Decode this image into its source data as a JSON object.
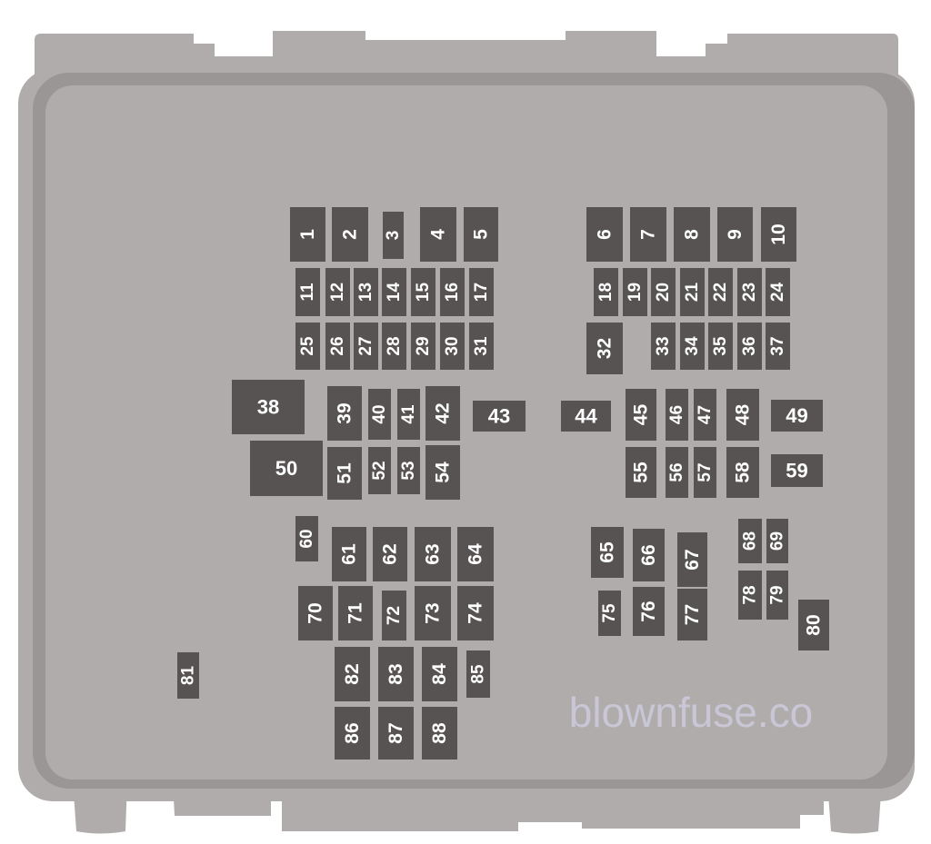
{
  "diagram": {
    "colors": {
      "housing": "#b1acac",
      "rim": "#9b9696",
      "fuse": "#585353",
      "fuse_text": "#ffffff"
    },
    "fuses": [
      "1",
      "2",
      "3",
      "4",
      "5",
      "6",
      "7",
      "8",
      "9",
      "10",
      "11",
      "12",
      "13",
      "14",
      "15",
      "16",
      "17",
      "18",
      "19",
      "20",
      "21",
      "22",
      "23",
      "24",
      "25",
      "26",
      "27",
      "28",
      "29",
      "30",
      "31",
      "32",
      "33",
      "34",
      "35",
      "36",
      "37",
      "38",
      "39",
      "40",
      "41",
      "42",
      "43",
      "44",
      "45",
      "46",
      "47",
      "48",
      "49",
      "50",
      "51",
      "52",
      "53",
      "54",
      "55",
      "56",
      "57",
      "58",
      "59",
      "60",
      "61",
      "62",
      "63",
      "64",
      "65",
      "66",
      "67",
      "68",
      "69",
      "70",
      "71",
      "72",
      "73",
      "74",
      "75",
      "76",
      "77",
      "78",
      "79",
      "80",
      "81",
      "82",
      "83",
      "84",
      "85",
      "86",
      "87",
      "88"
    ],
    "watermark": "blownfuse.co"
  }
}
